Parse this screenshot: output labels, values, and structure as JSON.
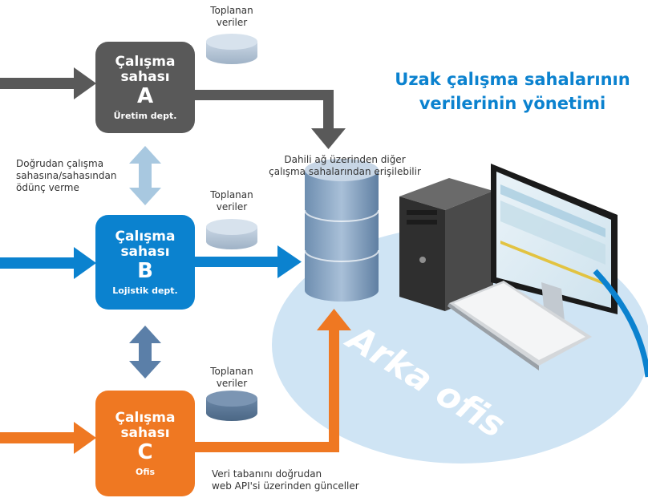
{
  "title": {
    "line1": "Uzak çalışma sahalarının",
    "line2": "verilerinin yönetimi"
  },
  "sites": [
    {
      "title_line1": "Çalışma",
      "title_line2": "sahası",
      "letter": "A",
      "dept": "Üretim dept.",
      "color": "#595959"
    },
    {
      "title_line1": "Çalışma",
      "title_line2": "sahası",
      "letter": "B",
      "dept": "Lojistik dept.",
      "color": "#0b82cf"
    },
    {
      "title_line1": "Çalışma",
      "title_line2": "sahası",
      "letter": "C",
      "dept": "Ofis",
      "color": "#ef7822"
    }
  ],
  "collected_data_label": {
    "line1": "Toplanan",
    "line2": "veriler"
  },
  "lending_label": {
    "line1": "Doğrudan çalışma",
    "line2": "sahasına/sahasından",
    "line3": "ödünç verme"
  },
  "internal_network_label": {
    "line1": "Dahili ağ üzerinden diğer",
    "line2": "çalışma sahalarından erişilebilir"
  },
  "web_api_label": {
    "line1": "Veri tabanını doğrudan",
    "line2": "web API'si üzerinden günceller"
  },
  "back_office_label": "Arka ofis",
  "icons": [
    "database-icon",
    "computer-tower-icon",
    "monitor-icon",
    "keyboard-icon",
    "arrow-icon"
  ]
}
